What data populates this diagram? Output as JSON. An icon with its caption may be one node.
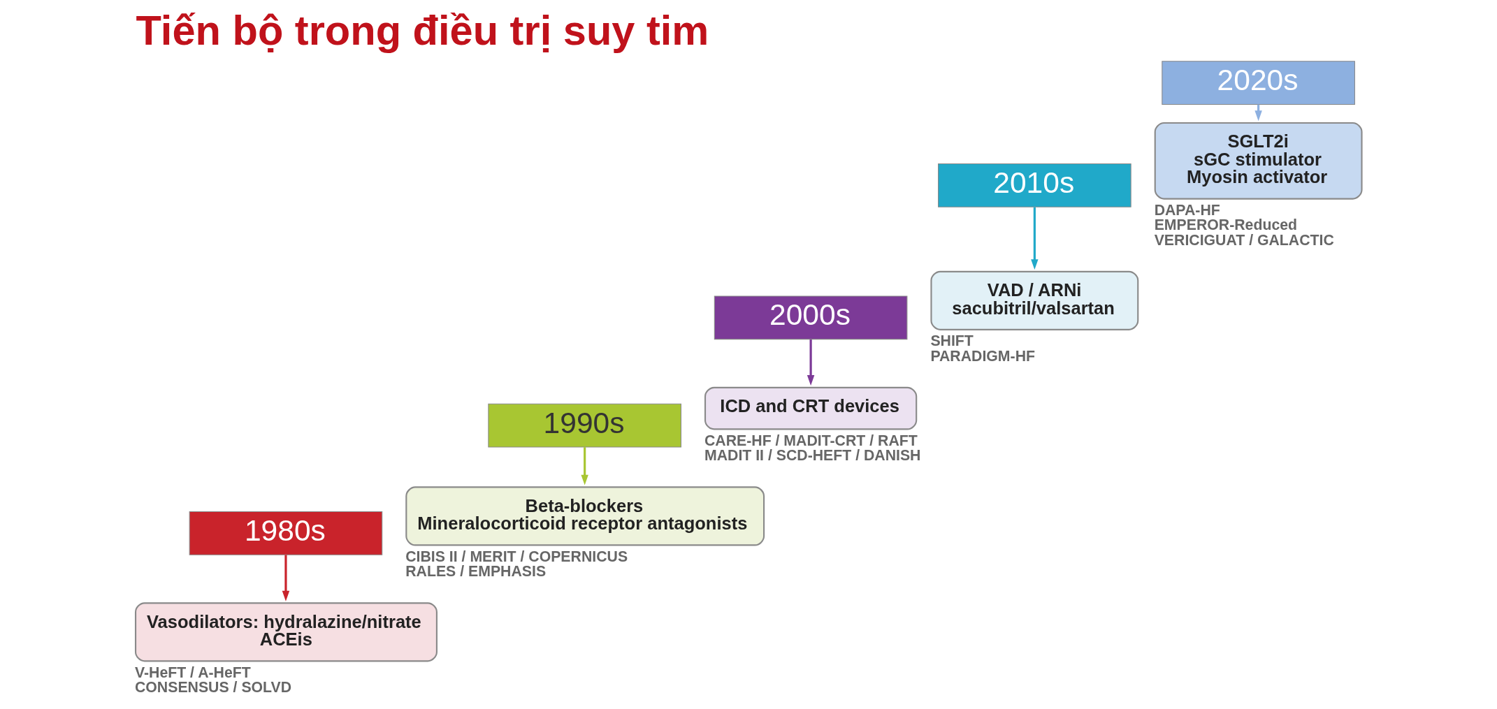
{
  "diagram": {
    "title": "Tiến bộ trong điều trị suy tim",
    "nodes": [
      {
        "text": [
          "1980s"
        ]
      },
      {
        "text": [
          "Vasodilators: hydralazine/nitrate",
          "ACEis"
        ],
        "beside": [
          "V-HeFT / A-HeFT",
          "CONSENSUS / SOLVD"
        ]
      },
      {
        "text": [
          "1990s"
        ]
      },
      {
        "text": [
          "Beta-blockers",
          "Mineralocorticoid receptor antagonists"
        ],
        "beside": [
          "CIBIS II / MERIT / COPERNICUS",
          "RALES / EMPHASIS"
        ]
      },
      {
        "text": [
          "2000s"
        ]
      },
      {
        "text": [
          "ICD and CRT devices"
        ],
        "beside": [
          "CARE-HF / MADIT-CRT / RAFT",
          "MADIT II / SCD-HEFT / DANISH"
        ]
      },
      {
        "text": [
          "2010s"
        ]
      },
      {
        "text": [
          "VAD / ARNi",
          "sacubitril/valsartan"
        ],
        "beside": [
          "SHIFT",
          "PARADIGM-HF"
        ]
      },
      {
        "text": [
          "2020s"
        ]
      },
      {
        "text": [
          "SGLT2i",
          "sGC stimulator",
          "Myosin activator"
        ],
        "beside": [
          "DAPA-HF",
          "EMPEROR-Reduced",
          "VERICIGUAT / GALACTIC"
        ]
      }
    ],
    "edges": [
      {
        "from": 0,
        "to": 1,
        "arrow": "to",
        "color": "#c9232b"
      },
      {
        "from": 2,
        "to": 3,
        "arrow": "to",
        "color": "#a8c632"
      },
      {
        "from": 4,
        "to": 5,
        "arrow": "to",
        "color": "#7c3a97"
      },
      {
        "from": 6,
        "to": 7,
        "arrow": "to",
        "color": "#20a9c9"
      },
      {
        "from": 8,
        "to": 9,
        "arrow": "to",
        "color": "#8db0e0"
      }
    ]
  }
}
